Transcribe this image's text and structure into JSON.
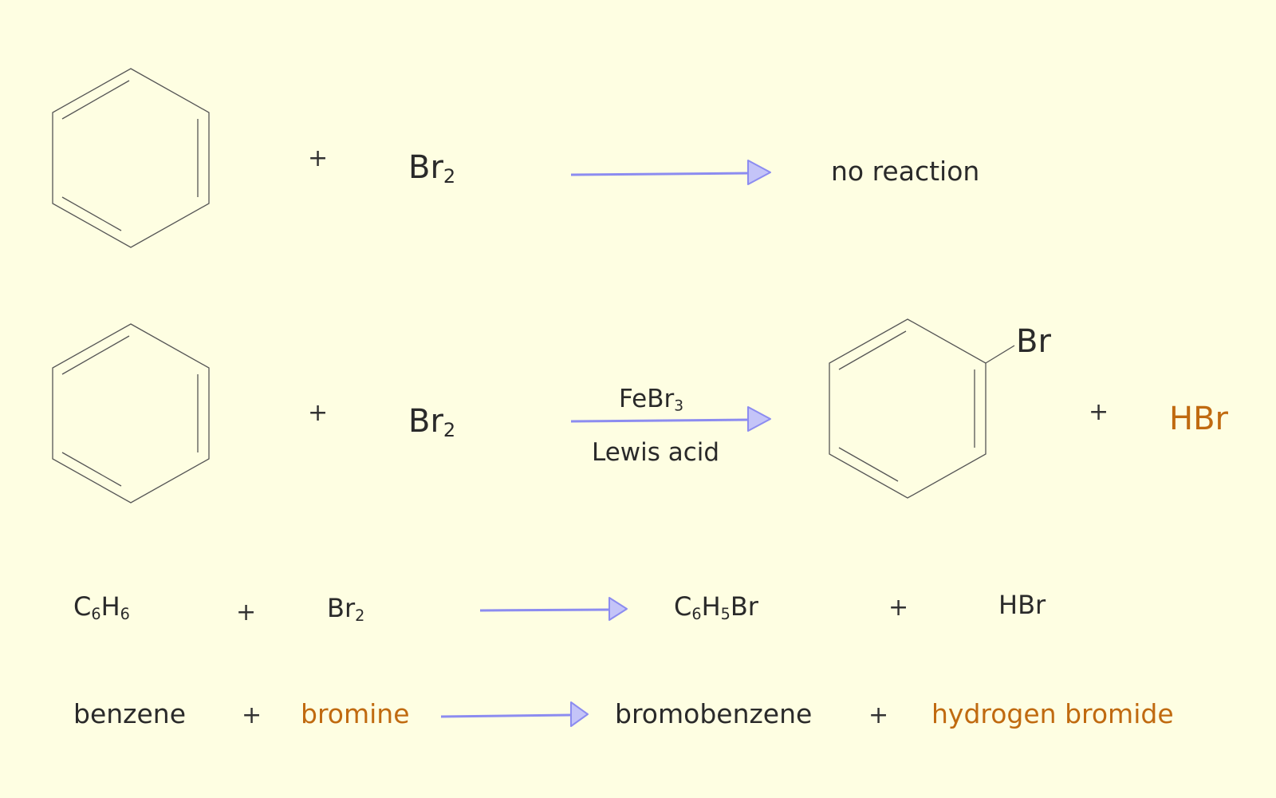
{
  "colors": {
    "background": "#FEFEE2",
    "arrow": "#8C8CF0",
    "text": "#2a2a2a",
    "highlight": "#c06a10"
  },
  "reaction1": {
    "plus": "+",
    "reagent": {
      "base": "Br",
      "sub": "2"
    },
    "product": "no reaction"
  },
  "reaction2": {
    "plus1": "+",
    "reagent": {
      "base": "Br",
      "sub": "2"
    },
    "catalyst": {
      "base": "FeBr",
      "sub": "3"
    },
    "catalyst_note": "Lewis acid",
    "substituent": "Br",
    "plus2": "+",
    "byproduct": "HBr"
  },
  "formula_equation": {
    "reactant1": {
      "p1": "C",
      "s1": "6",
      "p2": "H",
      "s2": "6"
    },
    "plus1": "+",
    "reactant2": {
      "base": "Br",
      "sub": "2"
    },
    "product1": {
      "p1": "C",
      "s1": "6",
      "p2": "H",
      "s2": "5",
      "p3": "Br"
    },
    "plus2": "+",
    "product2": "HBr"
  },
  "word_equation": {
    "reactant1": "benzene",
    "plus1": "+",
    "reactant2": "bromine",
    "product1": "bromobenzene",
    "plus2": "+",
    "product2": "hydrogen bromide"
  }
}
